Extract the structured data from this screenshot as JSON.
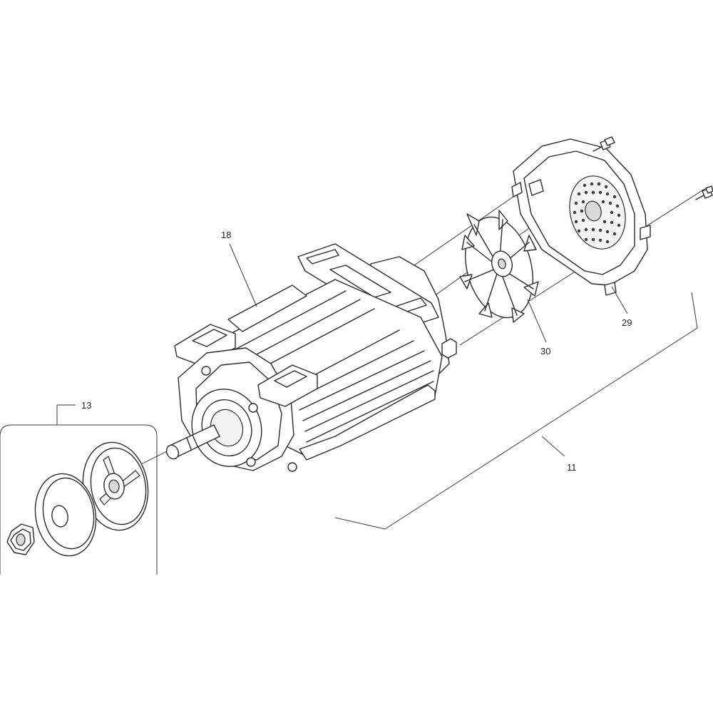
{
  "callouts": {
    "c11": "11",
    "c13": "13",
    "c18": "18",
    "c29": "29",
    "c30": "30"
  }
}
